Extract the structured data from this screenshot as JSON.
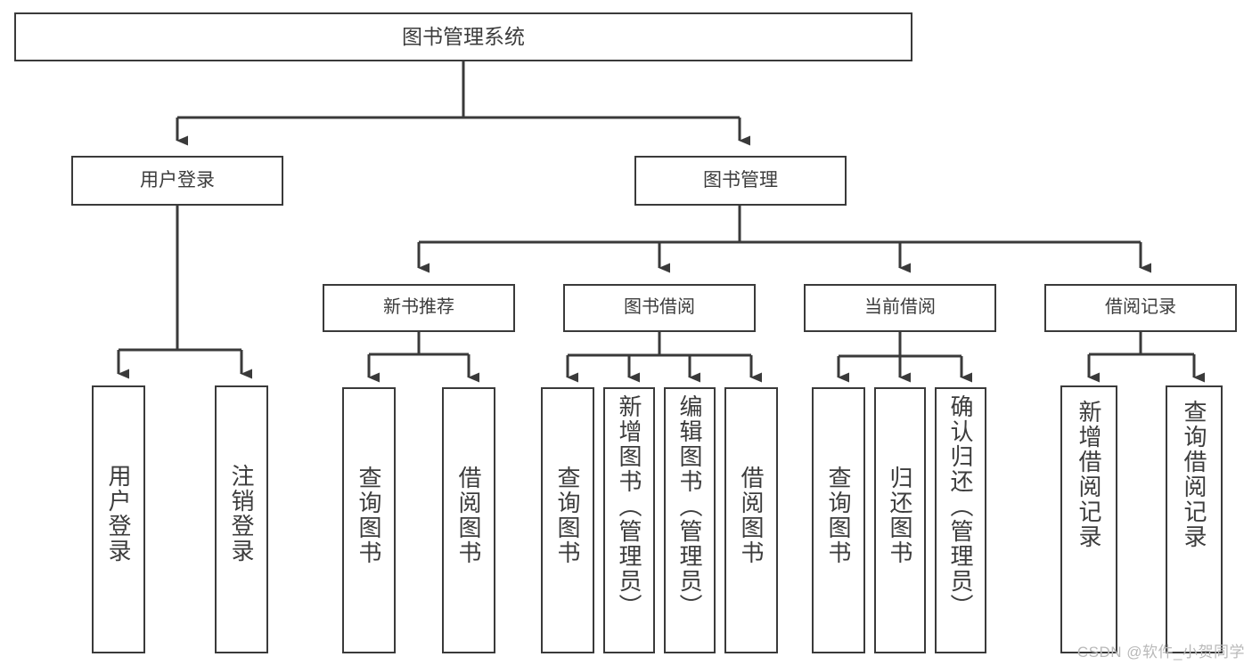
{
  "diagram": {
    "title": "图书管理系统",
    "watermark": "CSDN @软件_小贺同学",
    "colors": {
      "border": "#3a3a3a",
      "text": "#3c3c3c",
      "background": "#ffffff",
      "watermark": "#b9b9b9"
    },
    "root": {
      "label": "图书管理系统"
    },
    "level2": [
      {
        "label": "用户登录"
      },
      {
        "label": "图书管理"
      }
    ],
    "level3": [
      {
        "label": "新书推荐"
      },
      {
        "label": "图书借阅"
      },
      {
        "label": "当前借阅"
      },
      {
        "label": "借阅记录"
      }
    ],
    "leaves": {
      "user_login": [
        {
          "label": "用户登录"
        },
        {
          "label": "注销登录"
        }
      ],
      "new_book": [
        {
          "label": "查询图书"
        },
        {
          "label": "借阅图书"
        }
      ],
      "borrow_book": [
        {
          "label": "查询图书"
        },
        {
          "label": "新增图书（管理员）"
        },
        {
          "label": "编辑图书（管理员）"
        },
        {
          "label": "借阅图书"
        }
      ],
      "current_borrow": [
        {
          "label": "查询图书"
        },
        {
          "label": "归还图书"
        },
        {
          "label": "确认归还（管理员）"
        }
      ],
      "borrow_record": [
        {
          "label": "新增借阅记录"
        },
        {
          "label": "查询借阅记录"
        }
      ]
    }
  }
}
